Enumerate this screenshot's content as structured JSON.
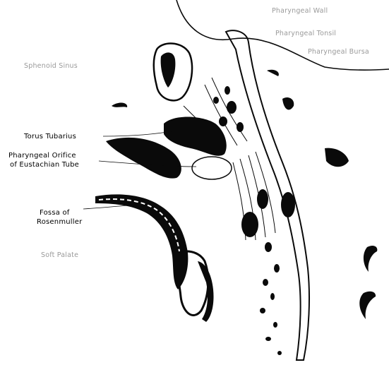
{
  "labels": {
    "pharyngeal_wall": "Pharyngeal Wall",
    "pharyngeal_tonsil": "Pharyngeal Tonsil",
    "pharyngeal_bursa": "Pharyngeal Bursa",
    "sphenoid_sinus": "Sphenoid Sinus",
    "torus_tubarius": "Torus Tubarius",
    "pharyngeal_orifice_line1": "Pharyngeal Orifice",
    "pharyngeal_orifice_line2": "of Eustachian Tube",
    "fossa_line1": "Fossa of",
    "fossa_line2": "Rosenmuller",
    "soft_palate": "Soft Palate"
  },
  "colors": {
    "ink": "#0a0a0a",
    "faint_label": "#9a9a9a",
    "paper": "#ffffff"
  }
}
